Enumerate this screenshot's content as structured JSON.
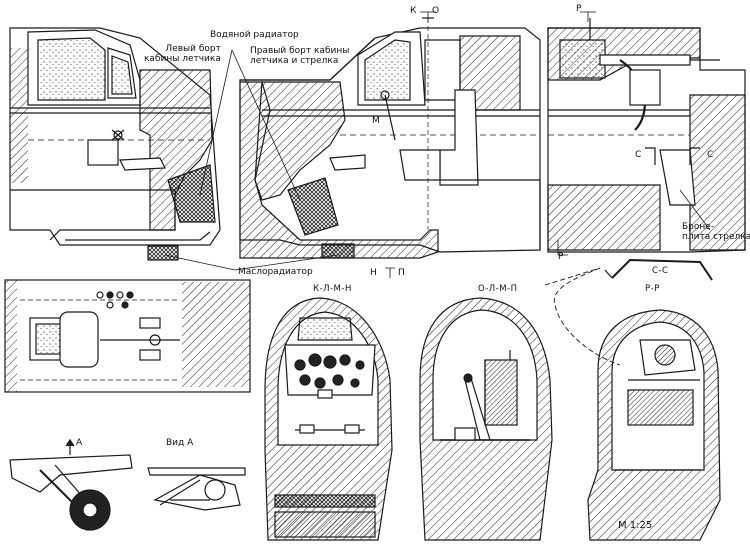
{
  "labels": {
    "left_side_cockpit": "Левый борт\nкабины летчика",
    "water_radiator": "Водяной радиатор",
    "right_side_cockpit": "Правый борт кабины\nлетчика и стрелка",
    "oil_radiator": "Маслорадиатор",
    "gunner_armor_plate": "Броне-\nплита стрелка",
    "view_a": "Вид А",
    "arrow_a": "А",
    "scale": "М 1:25"
  },
  "section_titles": {
    "section_k": "К-Л-М-Н",
    "section_o": "О-Л-М-П",
    "section_r": "Р-Р",
    "section_c": "С-С"
  },
  "section_marks": {
    "k": "К",
    "o": "О",
    "r": "Р",
    "m": "М",
    "n": "Н",
    "p": "П",
    "c": "С"
  },
  "colors": {
    "ink": "#1a1a1a",
    "paper": "#ffffff",
    "hatch": "#222222"
  }
}
